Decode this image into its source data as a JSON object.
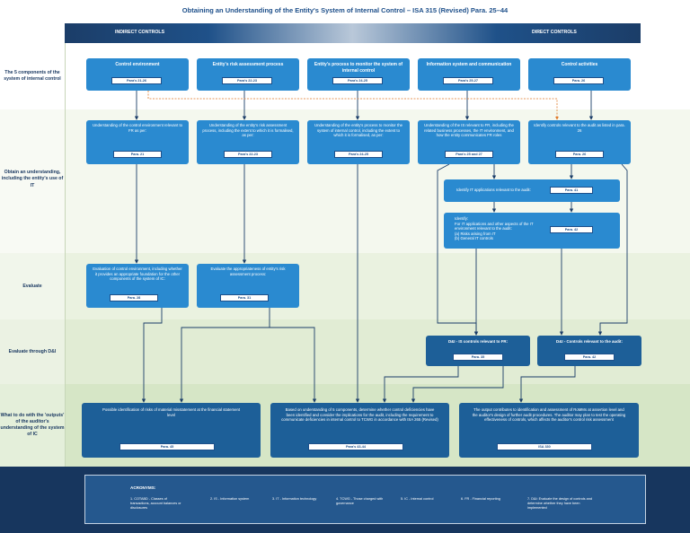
{
  "title": "Obtaining an Understanding of the Entity's System of Internal Control – ISA 315 (Revised) Para. 25–44",
  "header": {
    "left": "INDIRECT CONTROLS",
    "right": "DIRECT CONTROLS"
  },
  "rows": {
    "components": "The 5 components of the system of internal control",
    "understanding": "Obtain an understanding, including the entity's use of IT",
    "evaluate": "Evaluate",
    "evaluate_di": "Evaluate through D&I",
    "outputs": "What to do with the 'outputs' of the auditor's understanding of the system of IC"
  },
  "components": [
    {
      "title": "Control environment",
      "para": "Para's 21-26"
    },
    {
      "title": "Entity's risk assessment process",
      "para": "Para's 22-23"
    },
    {
      "title": "Entity's process to monitor the system of internal control",
      "para": "Para's 24-25"
    },
    {
      "title": "Information system and communication",
      "para": "Para's 25-27"
    },
    {
      "title": "Control activities",
      "para": "Para. 26"
    }
  ],
  "understanding": [
    {
      "text": "Understanding of the control environment relevant to FR as per:",
      "para": "Para. 21"
    },
    {
      "text": "Understanding of the entity's risk assessment process, including the extent to which it is formalised, as per:",
      "para": "Para's 22-23"
    },
    {
      "text": "Understanding of the entity's process to monitor the system of internal control, including the extent to which it is formalised, as per:",
      "para": "Para's 24-25"
    },
    {
      "text": "Understanding of the IS relevant to FR, including the related business processes, the IT environment, and how the entity communicates FR roles",
      "para": "Para's 25 and 27"
    },
    {
      "text": "Identify controls relevant to the audit as listed in para. 26",
      "para": "Para. 26"
    }
  ],
  "it_apps": {
    "text": "Identify IT applications relevant to the audit:",
    "para": "Para. 41"
  },
  "it_env": {
    "line1": "Identify:",
    "line2": "For IT applications and other aspects of the IT environment relevant to the audit:",
    "line3": "(a) Risks arising from IT",
    "line4": "(b) General IT controls",
    "para": "Para. 42"
  },
  "evaluate": [
    {
      "text": "Evaluation of control environment, including whether it provides an appropriate foundation for the other components of the system of IC:",
      "para": "Para. 28"
    },
    {
      "text": "Evaluate the appropriateness of entity's risk assessment process:",
      "para": "Para. 31"
    }
  ],
  "di": [
    {
      "text": "D&I - IS controls relevant to FR:",
      "para": "Para. 35"
    },
    {
      "text": "D&I - Controls relevant to the audit:",
      "para": "Para. 42"
    }
  ],
  "outputs": [
    {
      "text": "Possible identification of risks of material misstatement at the financial statement level",
      "para": "Para. 45"
    },
    {
      "text": "Based on understanding of 5 components, determine whether control deficiencies have been identified and consider the implications for the audit, including the requirement to communicate deficiencies in internal control to TCWG in accordance with ISA 265 (Revised)",
      "para": "Para's 43-44"
    },
    {
      "text": "The output contributes to identification and assessment of RoMMs at assertion level and the auditor's design of further audit procedures. The auditor may plan to test the operating effectiveness of controls, which affects the auditor's control risk assessment",
      "para": "ISA 330"
    }
  ],
  "acronyms": {
    "title": "ACRONYMS:",
    "items": [
      "1. COTABD - Classes of transactions, account balances or disclosures",
      "2. IS - Information system",
      "3. IT - Information technology",
      "4. TCWG - Those charged with governance",
      "5. IC - Internal control",
      "6. FR - Financial reporting",
      "7. D&I: Evaluate the design of controls and determine whether they have been implemented"
    ]
  },
  "colors": {
    "light_box": "#2a8ad0",
    "dark_box": "#1d5f98",
    "navy": "#1b3d68",
    "accent_dashed": "#e07a2a"
  }
}
